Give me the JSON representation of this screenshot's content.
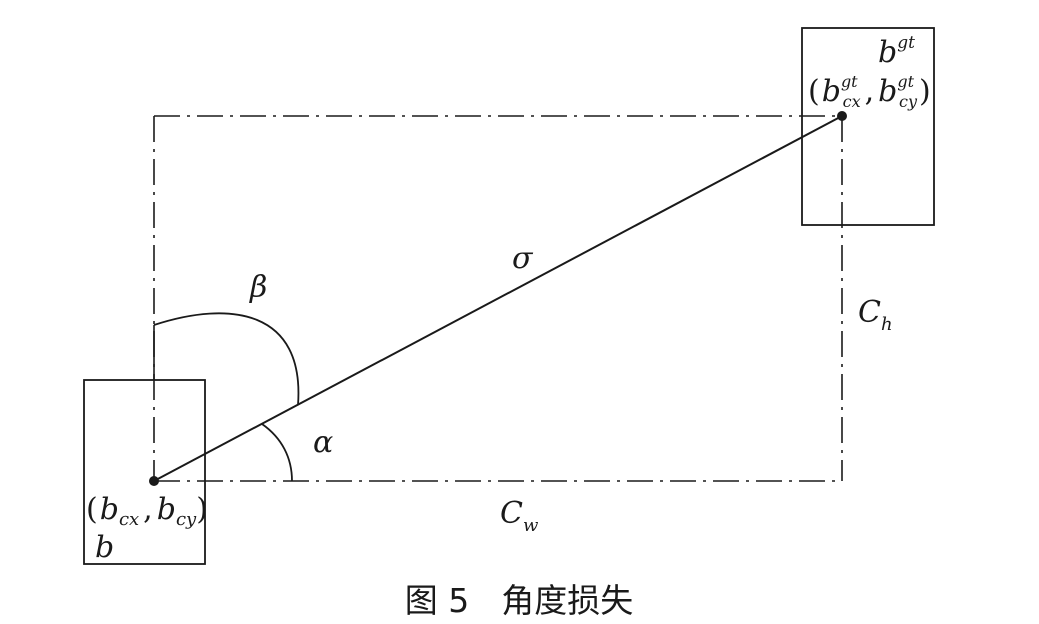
{
  "colors": {
    "stroke": "#1a1a1a",
    "background": "#ffffff"
  },
  "labels": {
    "beta": "β",
    "sigma": "σ",
    "alpha": "α",
    "ch_main": "C",
    "ch_sub": "h",
    "cw_main": "C",
    "cw_sub": "w",
    "b": "b",
    "bgt_main": "b",
    "bgt_sup": "gt",
    "pred_center": {
      "open": "(",
      "b1": "b",
      "sub1": "cx",
      "comma": ",",
      "b2": "b",
      "sub2": "cy",
      "close": ")"
    },
    "gt_center": {
      "open": "(",
      "b1": "b",
      "sup1": "gt",
      "sub1": "cx",
      "comma": ",",
      "b2": "b",
      "sup2": "gt",
      "sub2": "cy",
      "close": ")"
    }
  },
  "caption": {
    "figure": "图 5",
    "title": "角度损失"
  }
}
